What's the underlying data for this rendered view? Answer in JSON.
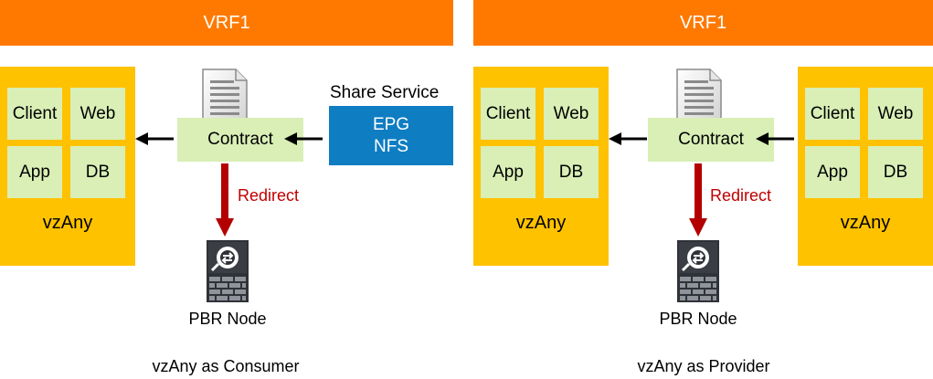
{
  "left": {
    "vrf_label": "VRF1",
    "epgs": [
      "Client",
      "Web",
      "App",
      "DB"
    ],
    "vzany_label": "vzAny",
    "contract_label": "Contract",
    "redirect_label": "Redirect",
    "pbr_label": "PBR Node",
    "caption": "vzAny as Consumer",
    "share_service": {
      "title": "Share Service",
      "epg_line1": "EPG",
      "epg_line2": "NFS"
    }
  },
  "right": {
    "vrf_label": "VRF1",
    "epgs_left": [
      "Client",
      "Web",
      "App",
      "DB"
    ],
    "vzany_left_label": "vzAny",
    "contract_label": "Contract",
    "epgs_right": [
      "Client",
      "Web",
      "App",
      "DB"
    ],
    "vzany_right_label": "vzAny",
    "redirect_label": "Redirect",
    "pbr_label": "PBR Node",
    "caption": "vzAny as Provider"
  },
  "colors": {
    "vrf": "#ff7900",
    "vzany": "#ffc200",
    "epg": "#d9efb6",
    "nfs": "#0f7dc2",
    "redirect": "#c00000"
  },
  "icons": {
    "contract": "document-icon",
    "pbr": "firewall-icon"
  }
}
